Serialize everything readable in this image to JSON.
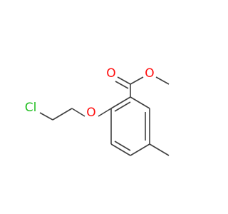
{
  "molecule": {
    "atoms": {
      "oxygen_carbonyl": "O",
      "oxygen_ester": "O",
      "oxygen_ether": "O",
      "chlorine": "Cl"
    }
  },
  "colors": {
    "background": "#ffffff",
    "bond": "#404040",
    "oxygen": "#ff0d0d",
    "chlorine": "#1fbe1f"
  }
}
